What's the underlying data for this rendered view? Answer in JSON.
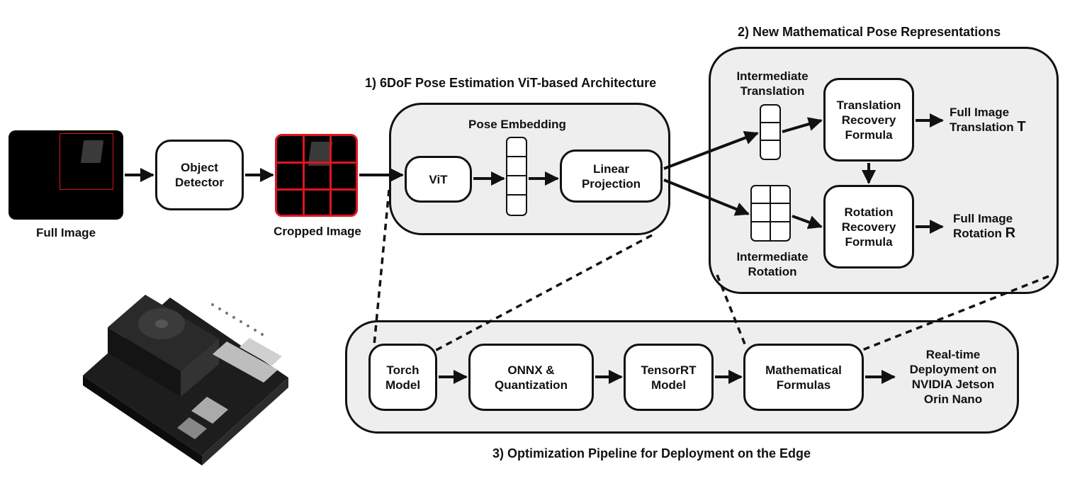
{
  "sections": {
    "architecture_title": "1) 6DoF Pose Estimation ViT-based Architecture",
    "representation_title": "2) New Mathematical Pose Representations",
    "optimization_title": "3) Optimization Pipeline for Deployment on the Edge"
  },
  "input": {
    "full_image_label": "Full Image",
    "cropped_image_label": "Cropped Image"
  },
  "boxes": {
    "object_detector": "Object\nDetector",
    "vit": "ViT",
    "linear_projection": "Linear\nProjection",
    "translation_recovery": "Translation\nRecovery\nFormula",
    "rotation_recovery": "Rotation\nRecovery\nFormula",
    "torch_model": "Torch\nModel",
    "onnx": "ONNX &\nQuantization",
    "tensorrt": "TensorRT\nModel",
    "math_formulas": "Mathematical\nFormulas"
  },
  "labels": {
    "pose_embedding": "Pose Embedding",
    "intermediate_translation": "Intermediate\nTranslation",
    "intermediate_rotation": "Intermediate\nRotation",
    "full_image_translation": "Full Image\nTranslation",
    "translation_symbol": "T",
    "full_image_rotation": "Full Image\nRotation",
    "rotation_symbol": "R",
    "deployment": "Real-time\nDeployment on\nNVIDIA Jetson\nOrin Nano"
  },
  "colors": {
    "crop_highlight": "#e0141e",
    "group_fill": "#eeeeee",
    "stroke": "#111111"
  },
  "icons": {
    "board_photo": "nvidia-jetson-board"
  }
}
